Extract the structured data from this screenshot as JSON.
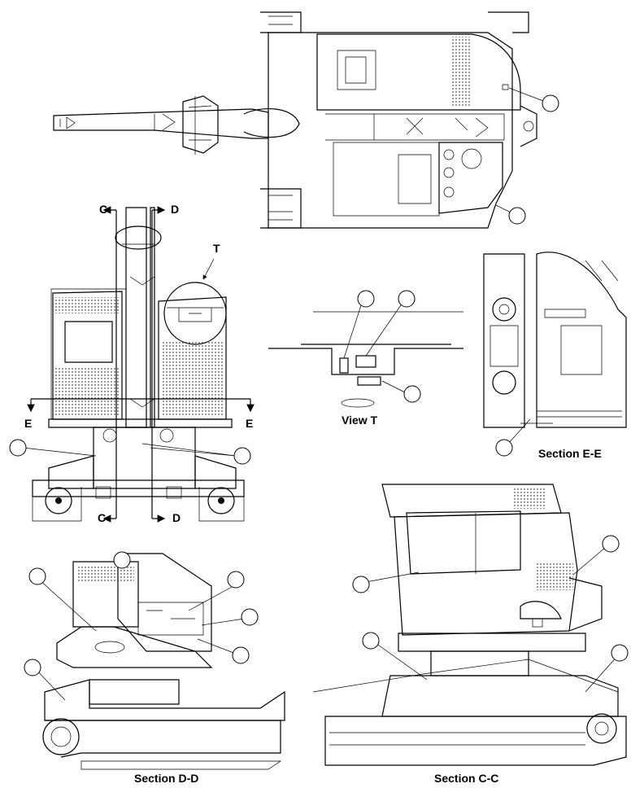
{
  "labels": {
    "section_cut_c": "C",
    "section_cut_d": "D",
    "section_cut_e": "E",
    "view_mark_t": "T",
    "view_t_title": "View T",
    "section_e_e_title": "Section E-E",
    "section_d_d_title": "Section D-D",
    "section_c_c_title": "Section C-C"
  }
}
